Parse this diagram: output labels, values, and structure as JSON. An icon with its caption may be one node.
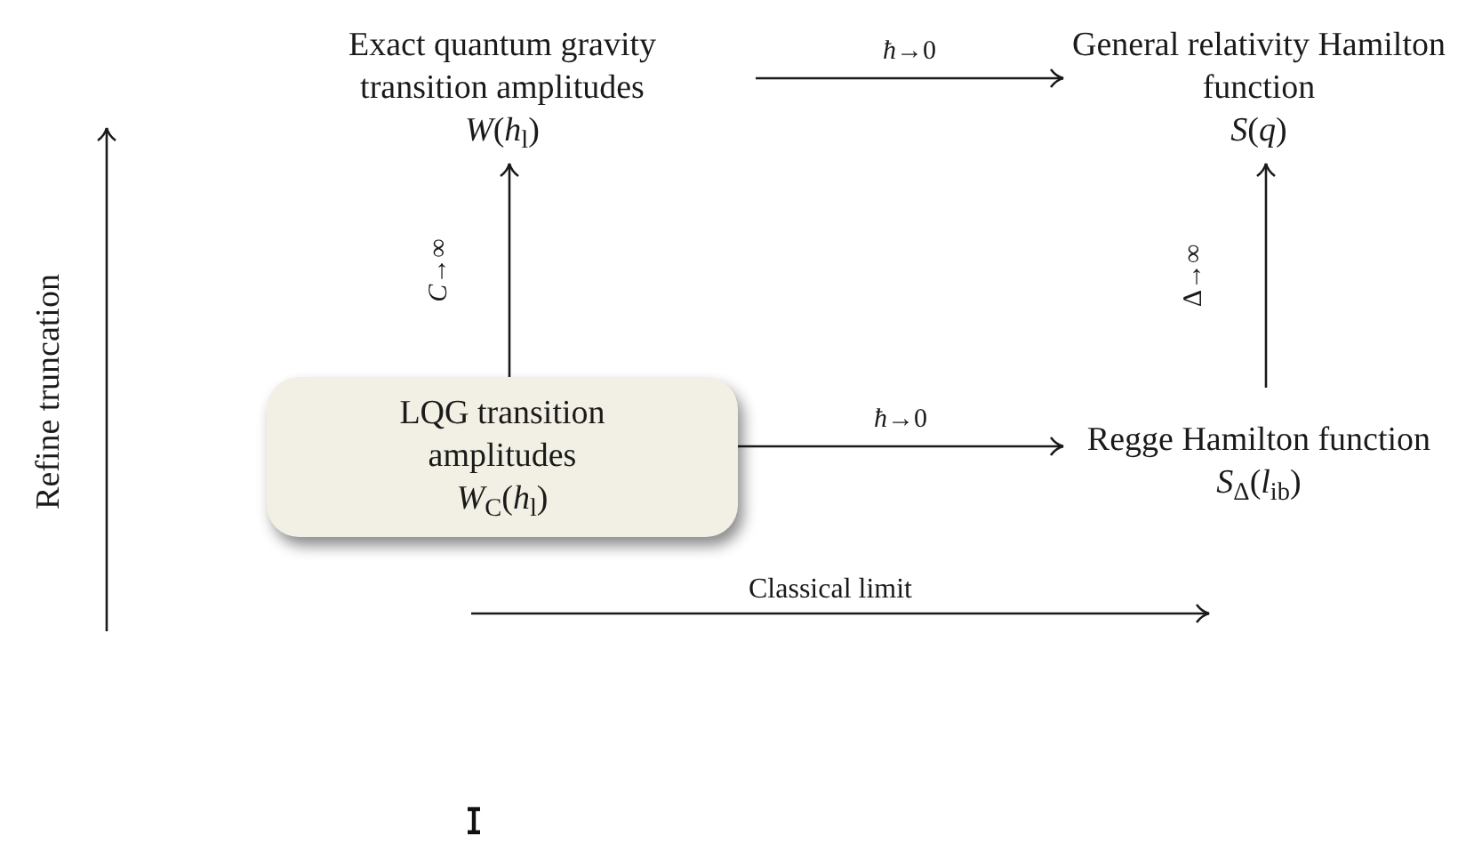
{
  "diagram": {
    "nodes": [
      {
        "text": [
          "Exact quantum gravity transition amplitudes",
          "*W*(*h*$_{l}$)"
        ]
      },
      {
        "text": [
          "General relativity Hamilton function",
          "*S*(*q*)"
        ]
      },
      {
        "text": [
          "LQG transition amplitudes",
          "*W*$_{C}$(*h*$_{l}$)"
        ]
      },
      {
        "text": [
          "Regge Hamilton function",
          "*S*$_{Δ}$(*l*$_{ib}$)"
        ]
      }
    ],
    "edges": [
      {
        "from": 0,
        "to": 1,
        "arrow": "to",
        "label": "*ħ*→0"
      },
      {
        "from": 2,
        "to": 0,
        "arrow": "to",
        "label": "*C*→∞"
      },
      {
        "from": 2,
        "to": 3,
        "arrow": "to",
        "label": "*ħ*→0"
      },
      {
        "from": 3,
        "to": 1,
        "arrow": "to",
        "label": "Δ→∞"
      }
    ],
    "labels": [
      "Refine truncation",
      "Classical limit"
    ]
  }
}
